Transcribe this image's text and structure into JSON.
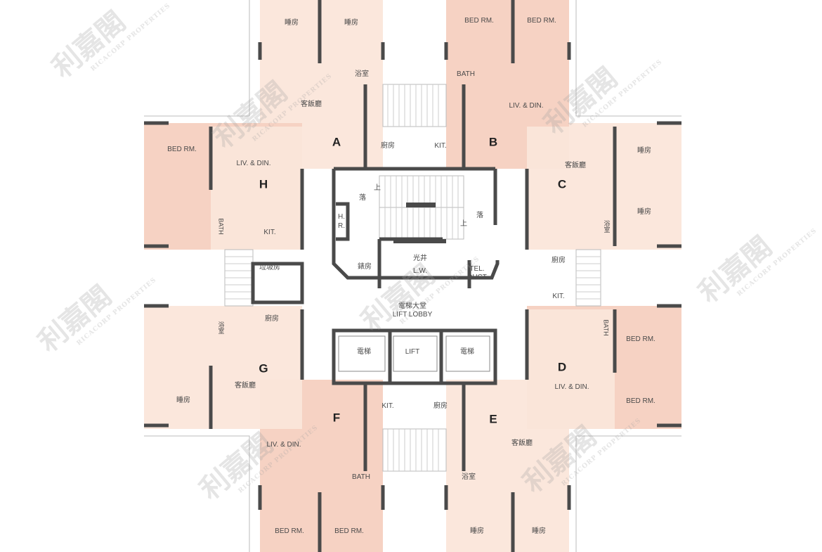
{
  "colors": {
    "unit_light": "#fbe7dc",
    "unit_dark": "#f6d2c3",
    "wall": "#4a4a4a",
    "core": "#ffffff",
    "text": "#4a4a4a"
  },
  "watermark": {
    "text": "利嘉閣",
    "subtext": "RICACORP PROPERTIES",
    "logo": "R-circle-logo"
  },
  "units": {
    "A": {
      "letter": "A",
      "rooms": [
        "睡房",
        "睡房",
        "浴室",
        "客飯廳",
        "廚房"
      ]
    },
    "B": {
      "letter": "B",
      "rooms": [
        "BED RM.",
        "BED RM.",
        "BATH",
        "LIV. & DIN.",
        "KIT."
      ]
    },
    "C": {
      "letter": "C",
      "rooms": [
        "客飯廳",
        "睡房",
        "睡房",
        "浴室",
        "廚房",
        "KIT."
      ]
    },
    "D": {
      "letter": "D",
      "rooms": [
        "BATH",
        "BED RM.",
        "LIV. & DIN.",
        "BED RM."
      ]
    },
    "E": {
      "letter": "E",
      "rooms": [
        "廚房",
        "客飯廳",
        "浴室",
        "睡房",
        "睡房"
      ]
    },
    "F": {
      "letter": "F",
      "rooms": [
        "KIT.",
        "LIV. & DIN.",
        "BATH",
        "BED RM.",
        "BED RM."
      ]
    },
    "G": {
      "letter": "G",
      "rooms": [
        "浴室",
        "廚房",
        "客飯廳",
        "睡房"
      ]
    },
    "H": {
      "letter": "H",
      "rooms": [
        "BED RM.",
        "LIV. & DIN.",
        "BATH",
        "KIT."
      ]
    }
  },
  "refuse_room": "垃圾房",
  "core": {
    "stair_up_1": "上",
    "stair_down_1": "落",
    "stair_up_2": "上",
    "stair_down_2": "落",
    "hr_1": "H.",
    "hr_2": "R.",
    "meter_room": "錶房",
    "light_well_cn": "光井",
    "light_well_en": "L.W.",
    "tel_1": "TEL.",
    "tel_2": "DUCT",
    "lobby_cn": "電梯大堂",
    "lobby_en": "LIFT LOBBY",
    "lifts": [
      "電梯",
      "LIFT",
      "電梯"
    ]
  }
}
